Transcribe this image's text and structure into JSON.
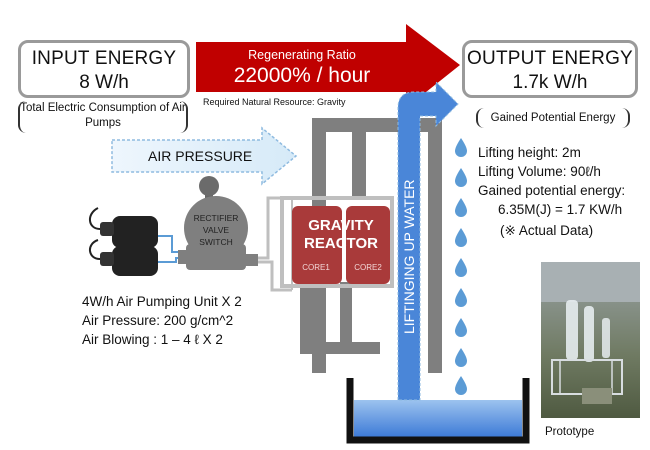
{
  "input": {
    "title": "INPUT ENERGY",
    "value": "8 W/h",
    "note": "Total Electric Consumption of Air Pumps"
  },
  "output": {
    "title": "OUTPUT ENERGY",
    "value": "1.7k W/h",
    "note": "Gained Potential Energy"
  },
  "ratio": {
    "label": "Regenerating Ratio",
    "value": "22000% / hour",
    "resource": "Required Natural Resource: Gravity"
  },
  "air_pressure_label": "AIR PRESSURE",
  "valve_label": [
    "RECTIFIER",
    "VALVE",
    "SWITCH"
  ],
  "reactor": {
    "line1": "GRAVITY",
    "line2": "REACTOR",
    "core1": "CORE1",
    "core2": "CORE2"
  },
  "water_label": "LIFTINGING UP WATER",
  "specs": {
    "line1": "Lifting height: 2m",
    "line2": "Lifting Volume: 90ℓ/h",
    "line3": "Gained potential energy:",
    "line4": "6.35M(J) = 1.7 KW/h",
    "line5": "(※ Actual Data)"
  },
  "pump": {
    "line1": "4W/h Air Pumping Unit X 2",
    "line2": "Air Pressure: 200 g/cm^2",
    "line3": "Air Blowing : 1 – 4 ℓ X 2"
  },
  "prototype_caption": "Prototype",
  "colors": {
    "red_arrow": "#c00000",
    "water_blue": "#4a86d8",
    "pipe_gray": "#7f7f7f",
    "reactor_red": "#a93a3a",
    "drop_blue": "#5b9bd5"
  }
}
